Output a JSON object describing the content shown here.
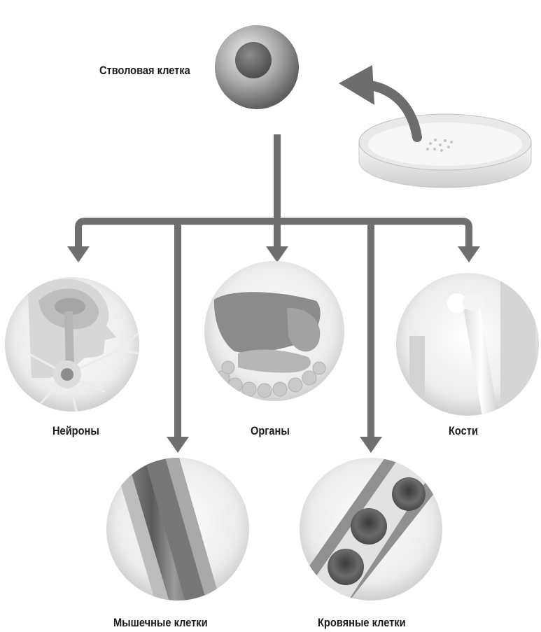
{
  "stem_cell": {
    "label": "Стволовая клетка"
  },
  "branches": [
    {
      "label": "Нейроны"
    },
    {
      "label": "Органы"
    },
    {
      "label": "Кости"
    },
    {
      "label": "Мышечные клетки"
    },
    {
      "label": "Кровяные клетки"
    }
  ]
}
